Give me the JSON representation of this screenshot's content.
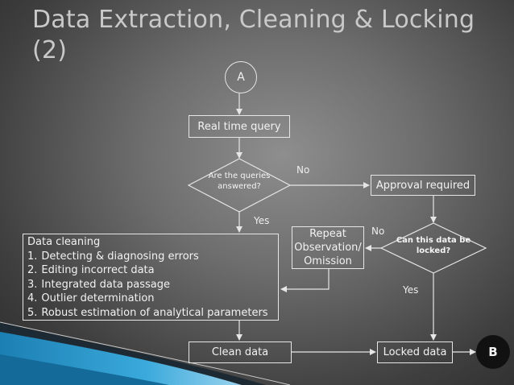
{
  "slide": {
    "title": "Data Extraction, Cleaning & Locking (2)"
  },
  "nodes": {
    "start": "A",
    "end": "B",
    "realtime_query": "Real time query",
    "decision_answered": "Are the queries answered?",
    "approval_required": "Approval required",
    "decision_lock": "Can this data be locked?",
    "repeat_line1": "Repeat",
    "repeat_line2": "Observation/",
    "repeat_line3": "Omission",
    "clean_data": "Clean data",
    "locked_data": "Locked data"
  },
  "data_cleaning": {
    "heading": "Data cleaning",
    "items": [
      {
        "num": "1.",
        "text": "Detecting & diagnosing errors"
      },
      {
        "num": "2.",
        "text": "Editing incorrect data"
      },
      {
        "num": "3.",
        "text": "Integrated data passage"
      },
      {
        "num": "4.",
        "text": "Outlier determination"
      },
      {
        "num": "5.",
        "text": "Robust estimation of analytical  parameters"
      }
    ]
  },
  "edge_labels": {
    "answered_no": "No",
    "answered_yes": "Yes",
    "lock_no": "No",
    "lock_yes": "Yes"
  },
  "colors": {
    "line": "#e6e6e6",
    "accent_blue": "#2e9fd4"
  }
}
